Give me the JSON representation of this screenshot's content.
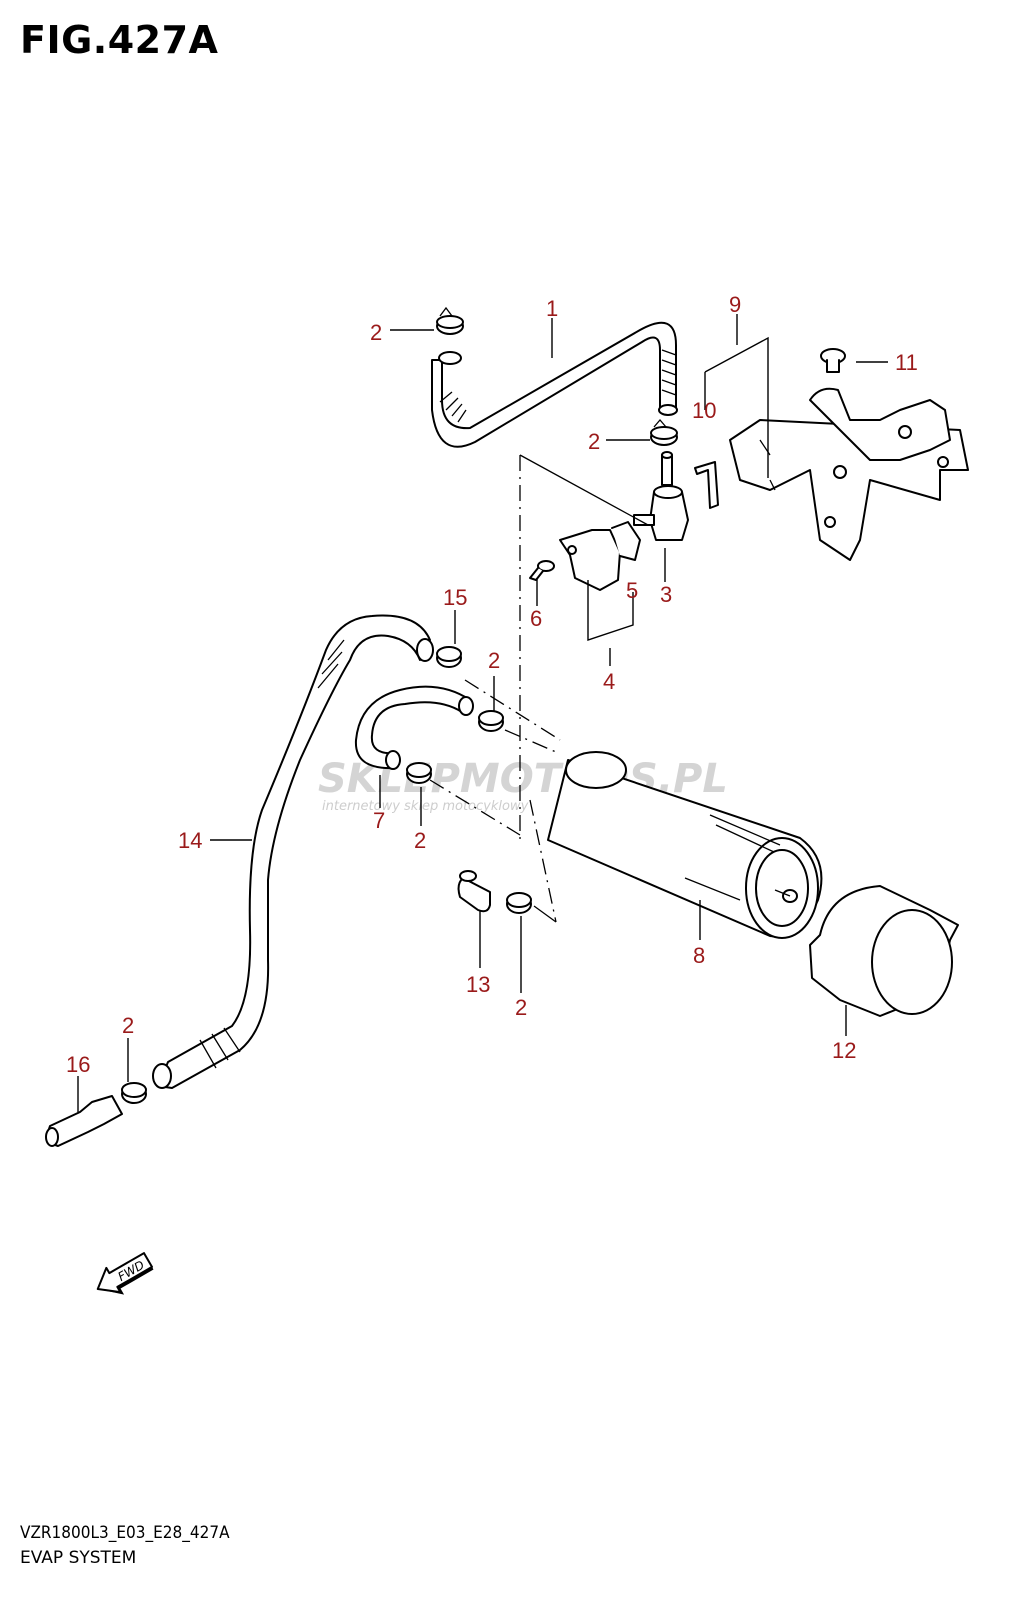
{
  "figure": {
    "title": "FIG.427A",
    "footer_code": "VZR1800L3_E03_E28_427A",
    "footer_name": "EVAP SYSTEM"
  },
  "watermark": {
    "brand": "SKLEPMOTOQS.PL",
    "tagline": "internetowy sklep motocyklowy",
    "colors": {
      "primary": "#c9c9c9",
      "accent": "#f2b0a6"
    }
  },
  "fwd_arrow": {
    "label": "FWD"
  },
  "callouts": [
    {
      "id": "c1",
      "text": "1"
    },
    {
      "id": "c2a",
      "text": "2"
    },
    {
      "id": "c2b",
      "text": "2"
    },
    {
      "id": "c3",
      "text": "3"
    },
    {
      "id": "c4",
      "text": "4"
    },
    {
      "id": "c5",
      "text": "5"
    },
    {
      "id": "c6",
      "text": "6"
    },
    {
      "id": "c7",
      "text": "7"
    },
    {
      "id": "c8",
      "text": "8"
    },
    {
      "id": "c9",
      "text": "9"
    },
    {
      "id": "c10",
      "text": "10"
    },
    {
      "id": "c11",
      "text": "11"
    },
    {
      "id": "c12",
      "text": "12"
    },
    {
      "id": "c13",
      "text": "13"
    },
    {
      "id": "c14",
      "text": "14"
    },
    {
      "id": "c15",
      "text": "15"
    },
    {
      "id": "c16",
      "text": "16"
    },
    {
      "id": "c2c",
      "text": "2"
    },
    {
      "id": "c2d",
      "text": "2"
    },
    {
      "id": "c2e",
      "text": "2"
    },
    {
      "id": "c2f",
      "text": "2"
    }
  ],
  "label_color": "#9a1a1a"
}
